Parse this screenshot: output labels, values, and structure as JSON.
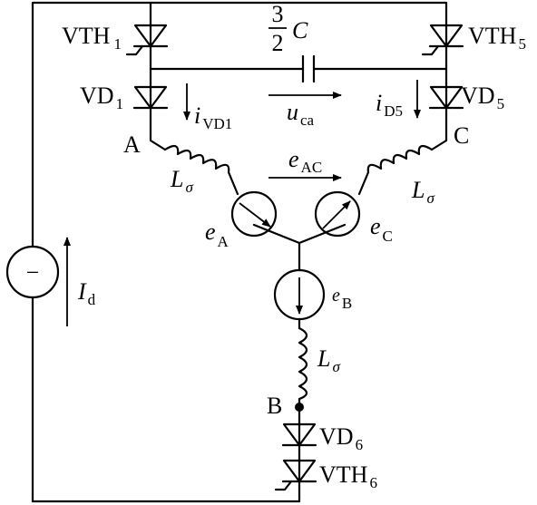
{
  "components": {
    "vth1": {
      "name": "VTH",
      "sub": "1"
    },
    "vth5": {
      "name": "VTH",
      "sub": "5"
    },
    "vth6": {
      "name": "VTH",
      "sub": "6"
    },
    "vd1": {
      "name": "VD",
      "sub": "1"
    },
    "vd5": {
      "name": "VD",
      "sub": "5"
    },
    "vd6": {
      "name": "VD",
      "sub": "6"
    },
    "capacitor": {
      "numerator": "3",
      "denominator": "2",
      "symbol": "C"
    },
    "source_symbol": "−"
  },
  "labels": {
    "u_ca": {
      "main": "u",
      "sub": "ca"
    },
    "i_vd1": {
      "main": "i",
      "sub": "VD1"
    },
    "i_d5": {
      "main": "i",
      "sub": "D5"
    },
    "e_ac": {
      "main": "e",
      "sub": "AC"
    },
    "e_a": {
      "main": "e",
      "sub": "A"
    },
    "e_b": {
      "main": "e",
      "sub": "B"
    },
    "e_c": {
      "main": "e",
      "sub": "C"
    },
    "l_sigma": {
      "main": "L",
      "sub": "σ"
    },
    "i_d": {
      "main": "I",
      "sub": "d"
    }
  },
  "nodes": {
    "a": "A",
    "b": "B",
    "c": "C"
  }
}
